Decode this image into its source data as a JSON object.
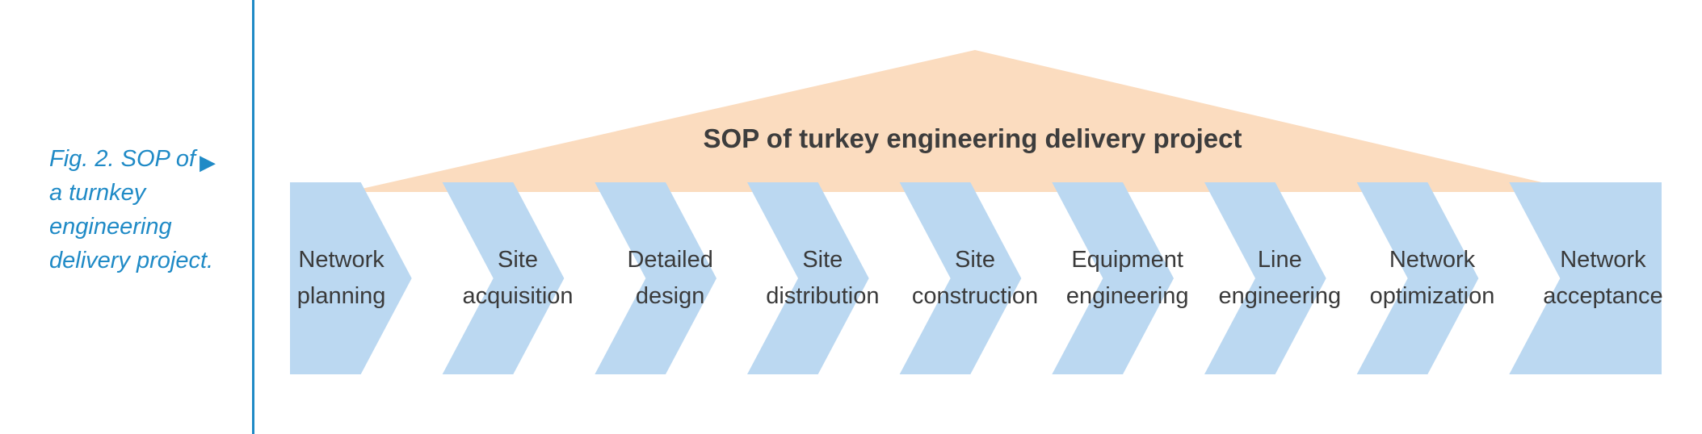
{
  "caption": {
    "lines": [
      "Fig. 2. SOP of",
      "a turnkey",
      "engineering",
      "delivery project."
    ],
    "arrow_icon": "play-triangle-icon"
  },
  "roof": {
    "title": "SOP of turkey engineering delivery project",
    "color": "#fbdcbf"
  },
  "steps_color": "#bbd8f1",
  "text_color": "#3a3a3a",
  "accent_color": "#1f8ac6",
  "steps": [
    {
      "line1": "Network",
      "line2": "planning"
    },
    {
      "line1": "Site",
      "line2": "acquisition"
    },
    {
      "line1": "Detailed",
      "line2": "design"
    },
    {
      "line1": "Site",
      "line2": "distribution"
    },
    {
      "line1": "Site",
      "line2": "construction"
    },
    {
      "line1": "Equipment",
      "line2": "engineering"
    },
    {
      "line1": "Line",
      "line2": "engineering"
    },
    {
      "line1": "Network",
      "line2": "optimization"
    },
    {
      "line1": "Network",
      "line2": "acceptance"
    }
  ]
}
